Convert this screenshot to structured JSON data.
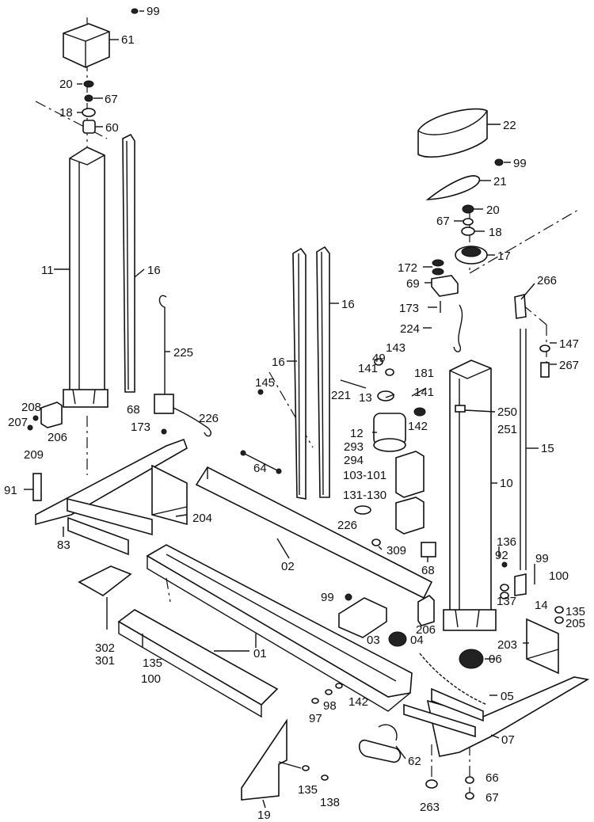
{
  "labels": {
    "l99a": "99",
    "l61": "61",
    "l20a": "20",
    "l67a": "67",
    "l18a": "18",
    "l60": "60",
    "l22": "22",
    "l99b": "99",
    "l21": "21",
    "l20b": "20",
    "l67b": "67",
    "l18b": "18",
    "l17": "17",
    "l172": "172",
    "l69": "69",
    "l173a": "173",
    "l266": "266",
    "l224": "224",
    "l11": "11",
    "l16a": "16",
    "l16b": "16",
    "l16c": "16",
    "l225": "225",
    "l143": "143",
    "l49": "49",
    "l141a": "141",
    "l147": "147",
    "l181": "181",
    "l141b": "141",
    "l267": "267",
    "l145": "145",
    "l221": "221",
    "l13": "13",
    "l250": "250",
    "l251": "251",
    "l142a": "142",
    "l208": "208",
    "l207": "207",
    "l206a": "206",
    "l209": "209",
    "l68a": "68",
    "l173b": "173",
    "l226a": "226",
    "l12": "12",
    "l293": "293",
    "l294": "294",
    "l15": "15",
    "l103_101": "103-101",
    "l10": "10",
    "l64": "64",
    "l91": "91",
    "l204": "204",
    "l131_130": "131-130",
    "l226b": "226",
    "l83": "83",
    "l02": "02",
    "l309": "309",
    "l68b": "68",
    "l136": "136",
    "l92": "92",
    "l99c": "99",
    "l100a": "100",
    "l14": "14",
    "l135a": "135",
    "l205": "205",
    "l137": "137",
    "l99d": "99",
    "l206b": "206",
    "l03": "03",
    "l04": "04",
    "l203": "203",
    "l302": "302",
    "l301": "301",
    "l01": "01",
    "l06": "06",
    "l135b": "135",
    "l100b": "100",
    "l05": "05",
    "l97": "97",
    "l98": "98",
    "l142b": "142",
    "l07": "07",
    "l62": "62",
    "l66": "66",
    "l135c": "135",
    "l138": "138",
    "l263": "263",
    "l67c": "67",
    "l19": "19"
  }
}
